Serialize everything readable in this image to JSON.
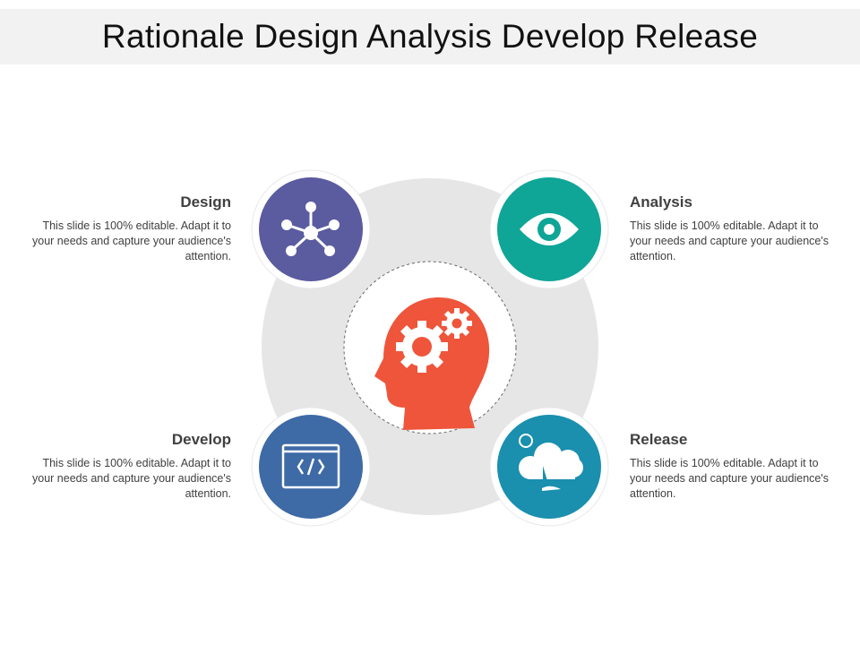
{
  "title": "Rationale Design Analysis Develop Release",
  "items": [
    {
      "label": "Design",
      "description": "This slide is 100% editable. Adapt it to your needs and capture your audience's attention.",
      "color": "#5b5ba0",
      "icon": "network-icon"
    },
    {
      "label": "Analysis",
      "description": "This slide is 100% editable. Adapt it to your needs and capture your audience's attention.",
      "color": "#0fa597",
      "icon": "eye-icon"
    },
    {
      "label": "Develop",
      "description": "This slide is 100% editable. Adapt it to your needs and capture your audience's attention.",
      "color": "#3e6aa6",
      "icon": "code-window-icon"
    },
    {
      "label": "Release",
      "description": "This slide is 100% editable. Adapt it to your needs and capture your audience's attention.",
      "color": "#1a8fae",
      "icon": "cloud-sailboat-icon"
    }
  ],
  "center": {
    "icon": "head-gears-icon",
    "color": "#ee553b"
  }
}
